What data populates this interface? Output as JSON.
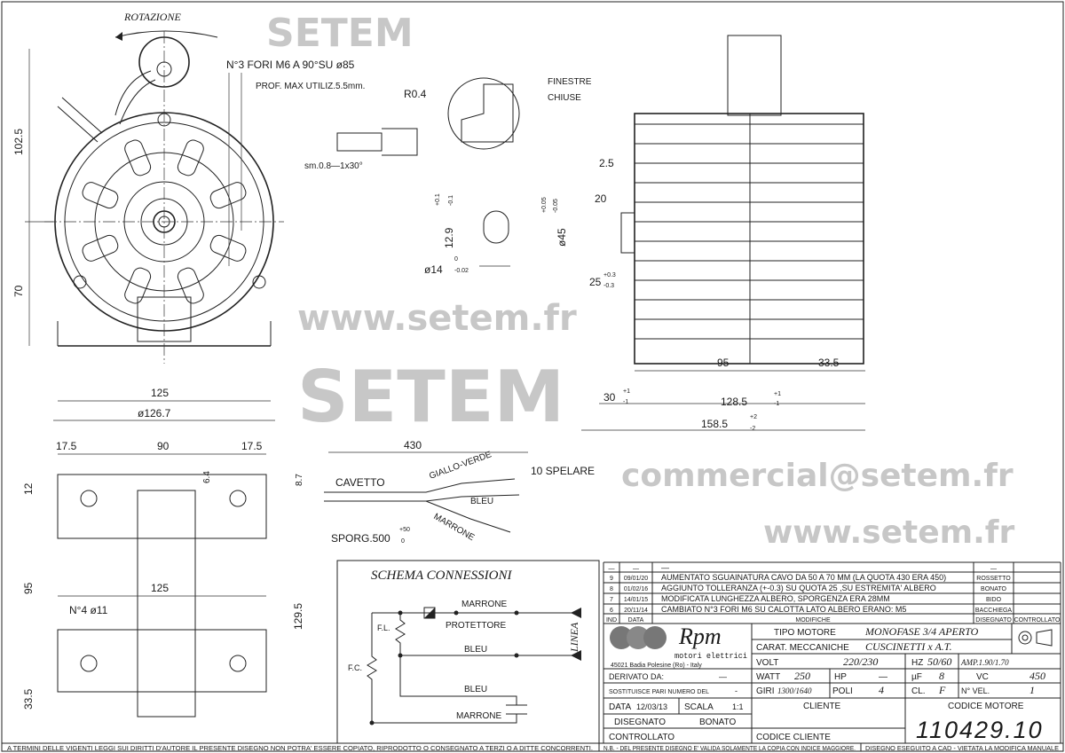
{
  "front_view": {
    "rotation": "ROTAZIONE",
    "note_holes": "N°3 FORI M6 A 90°SU ø85",
    "note_depth": "PROF. MAX UTILIZ.5.5mm.",
    "dim_top": "102.5",
    "dim_bottom": "70",
    "dim_feet": "125",
    "dim_diameter": "ø126.7"
  },
  "shaft_detail": {
    "radius": "R0.4",
    "chamfer": "sm.0.8—1x30°",
    "key_height": "12.9",
    "key_tol_plus": "+0.1",
    "key_tol_minus": "-0.1",
    "shaft_dia": "ø14",
    "shaft_tol_plus": "0",
    "shaft_tol_minus": "-0.02"
  },
  "side_view": {
    "windows_1": "FINESTRE",
    "windows_2": "CHIUSE",
    "d_2_5": "2.5",
    "d_20": "20",
    "d_45": "ø45",
    "d_45_plus": "+0.05",
    "d_45_minus": "-0.05",
    "d_25": "25",
    "d_25_plus": "+0.3",
    "d_25_minus": "-0.3",
    "d_95": "95",
    "d_33_5": "33.5",
    "d_30": "30",
    "d_30_plus": "+1",
    "d_30_minus": "-1",
    "d_128_5": "128.5",
    "d_128_5_plus": "+1",
    "d_128_5_minus": "-1",
    "d_158_5": "158.5",
    "d_158_5_plus": "+2",
    "d_158_5_minus": "-2"
  },
  "foot_view": {
    "d_17_5a": "17.5",
    "d_90": "90",
    "d_17_5b": "17.5",
    "d_12": "12",
    "d_6_4": "6.4",
    "d_8_7": "8.7",
    "d_95": "95",
    "d_129_5": "129.5",
    "d_125": "125",
    "holes": "N°4  ø11",
    "d_33_5": "33.5"
  },
  "cable": {
    "d_430": "430",
    "cable": "CAVETTO",
    "yellow_green": "GIALLO-VERDE",
    "blue": "BLEU",
    "brown": "MARRONE",
    "strip": "10 SPELARE",
    "protrusion": "SPORG.500",
    "prot_plus": "+50",
    "prot_minus": "0"
  },
  "schema": {
    "title": "SCHEMA CONNESSIONI",
    "brown_top": "MARRONE",
    "protector": "PROTETTORE",
    "blue_mid": "BLEU",
    "line": "LINEA",
    "fl": "F.L.",
    "fc": "F.C.",
    "blue_low": "BLEU",
    "brown_low": "MARRONE"
  },
  "revisions": {
    "headers": [
      "IND",
      "DATA",
      "MODIFICHE",
      "DISEGNATO",
      "CONTROLLATO"
    ],
    "rows": [
      {
        "ind": "—",
        "date": "—",
        "text": "—",
        "by": "—"
      },
      {
        "ind": "9",
        "date": "09/01/20",
        "text": "AUMENTATO SGUAINATURA CAVO DA 50 A 70 MM (LA QUOTA 430 ERA 450)",
        "by": "ROSSETTO"
      },
      {
        "ind": "8",
        "date": "01/02/16",
        "text": "AGGIUNTO TOLLERANZA (+-0.3) SU QUOTA 25 ,SU  ESTREMITA' ALBERO",
        "by": "BONATO"
      },
      {
        "ind": "7",
        "date": "14/01/15",
        "text": "MODIFICATA LUNGHEZZA ALBERO, SPORGENZA ERA 28MM",
        "by": "BIDO"
      },
      {
        "ind": "6",
        "date": "20/11/14",
        "text": "CAMBIATO N°3 FORI M6 SU CALOTTA LATO ALBERO ERANO: M5",
        "by": "BACCHIEGA"
      }
    ]
  },
  "title_block": {
    "logo": "Rpm",
    "logo_sub": "motori elettrici",
    "address": "45021 Badia Polesine (Ro) - Italy",
    "tipo_label": "TIPO MOTORE",
    "tipo": "MONOFASE 3/4 APERTO",
    "carat_label": "CARAT. MECCANICHE",
    "carat": "CUSCINETTI x A.T.",
    "volt_label": "VOLT",
    "volt": "220/230",
    "hz_label": "HZ",
    "hz": "50/60",
    "amp": "AMP.1.90/1.70",
    "derivato_label": "DERIVATO DA:",
    "derivato": "—",
    "watt_label": "WATT",
    "watt": "250",
    "hp_label": "HP",
    "hp": "—",
    "uf_label": "µF",
    "uf": "8",
    "vc_label": "VC",
    "vc": "450",
    "sost_label": "SOSTITUISCE PARI NUMERO DEL",
    "sost": "-",
    "giri_label": "GIRI",
    "giri": "1300/1640",
    "poli_label": "POLI",
    "poli": "4",
    "cl_label": "CL.",
    "cl": "F",
    "vel_label": "N° VEL.",
    "vel": "1",
    "data_label": "DATA",
    "data": "12/03/13",
    "scala_label": "SCALA",
    "scala": "1:1",
    "cliente_label": "CLIENTE",
    "codice_motore_label": "CODICE MOTORE",
    "codice_motore": "110429.10",
    "disegnato_label": "DISEGNATO",
    "disegnato": "BONATO",
    "controllato_label": "CONTROLLATO",
    "codice_cliente_label": "CODICE CLIENTE"
  },
  "footer": {
    "left": "A TERMINI DELLE VIGENTI LEGGI SUI DIRITTI D'AUTORE IL PRESENTE DISEGNO NON POTRA' ESSERE COPIATO, RIPRODOTTO O CONSEGNATO A TERZI O A DITTE CONCORRENTI.",
    "mid": "N.B. - DEL PRESENTE DISEGNO E' VALIDA SOLAMENTE LA COPIA CON INDICE MAGGIORE.",
    "right": "DISEGNO ESEGUITO A CAD - VIETATA LA MODIFICA MANUALE"
  },
  "watermark": {
    "url": "www.setem.fr",
    "brand": "SETEM",
    "email": "commercial@setem.fr"
  }
}
